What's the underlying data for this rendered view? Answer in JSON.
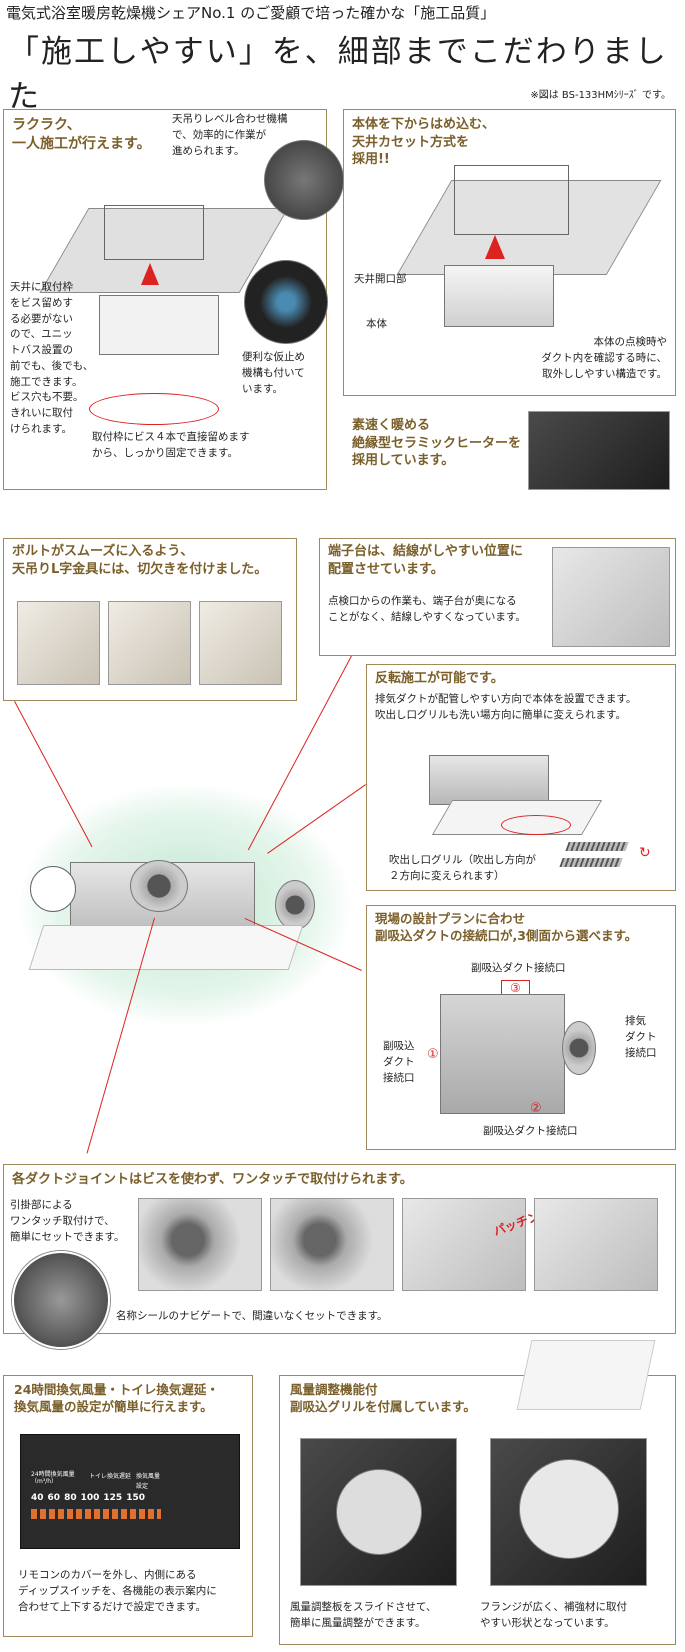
{
  "header": {
    "subtitle": "電気式浴室暖房乾燥機シェアNo.1 のご愛顧で培った確かな「施工品質」",
    "title": "「施工しやすい」を、細部までこだわりました",
    "note": "※図は BS-133HMｼﾘｰｽﾞ です。"
  },
  "panel1": {
    "heading": "ラクラク、\n一人施工が行えます。",
    "top_note": "天吊りレベル合わせ機構\nで、効率的に作業が\n進められます。",
    "left_note": "天井に取付枠\nをビス留めす\nる必要がない\nので、ユニッ\nトバス設置の\n前でも、後でも、\n施工できます。\nビス穴も不要。\nきれいに取付\nけられます。",
    "right_note": "便利な仮止め\n機構も付いて\nいます。",
    "bottom_note": "取付枠にビス４本で直接留めます\nから、しっかり固定できます。"
  },
  "panel2": {
    "heading": "本体を下からはめ込む、\n天井カセット方式を\n採用!!",
    "label_opening": "天井開口部",
    "label_body": "本体",
    "note": "本体の点検時や\nダクト内を確認する時に、\n取外ししやすい構造です。"
  },
  "heater": {
    "heading": "素速く暖める\n絶縁型セラミックヒーターを\n採用しています。"
  },
  "bolt": {
    "heading": "ボルトがスムーズに入るよう、\n天吊りL字金具には、切欠きを付けました。"
  },
  "terminal": {
    "heading": "端子台は、結線がしやすい位置に\n配置させています。",
    "note": "点検口からの作業も、端子台が奥になる\nことがなく、結線しやすくなっています。"
  },
  "reverse": {
    "heading": "反転施工が可能です。",
    "note": "排気ダクトが配管しやすい方向で本体を設置できます。\n吹出し口グリルも洗い場方向に簡単に変えられます。",
    "grille_note": "吹出し口グリル（吹出し方向が\n２方向に変えられます）"
  },
  "ports": {
    "heading": "現場の設計プランに合わせ\n副吸込ダクトの接続口が,3側面から選べます。",
    "top_label": "副吸込ダクト接続口",
    "right_label": "排気\nダクト\n接続口",
    "left_label": "副吸込\nダクト\n接続口",
    "bottom_label": "副吸込ダクト接続口",
    "num1": "①",
    "num2": "②",
    "num3": "③"
  },
  "joint": {
    "heading": "各ダクトジョイントはビスを使わず、ワンタッチで取付けられます。",
    "note": "引掛部による\nワンタッチ取付けで、\n簡単にセットできます。",
    "pachin": "パッチン!!",
    "bottom_note": "名称シールのナビゲートで、間違いなくセットできます。"
  },
  "switch": {
    "heading": "24時間換気風量・トイレ換気遅延・\n換気風量の設定が簡単に行えます。",
    "panel_label1": "24時間換気風量\n（m³/h）",
    "panel_label2": "トイレ換気遅延",
    "panel_label3": "換気風量",
    "panel_label4": "設定",
    "values": [
      "40",
      "60",
      "80",
      "100",
      "125",
      "150"
    ],
    "note": "リモコンのカバーを外し、内側にある\nディップスイッチを、各機能の表示案内に\n合わせて上下するだけで設定できます。"
  },
  "grille": {
    "heading": "風量調整機能付\n副吸込グリルを付属しています。",
    "left_note": "風量調整板をスライドさせて、\n簡単に風量調整ができます。",
    "right_note": "フランジが広く、補強材に取付\nやすい形状となっています。"
  },
  "colors": {
    "heading": "#7a5f2a",
    "border": "#a08a5a",
    "accent": "#d22222"
  }
}
